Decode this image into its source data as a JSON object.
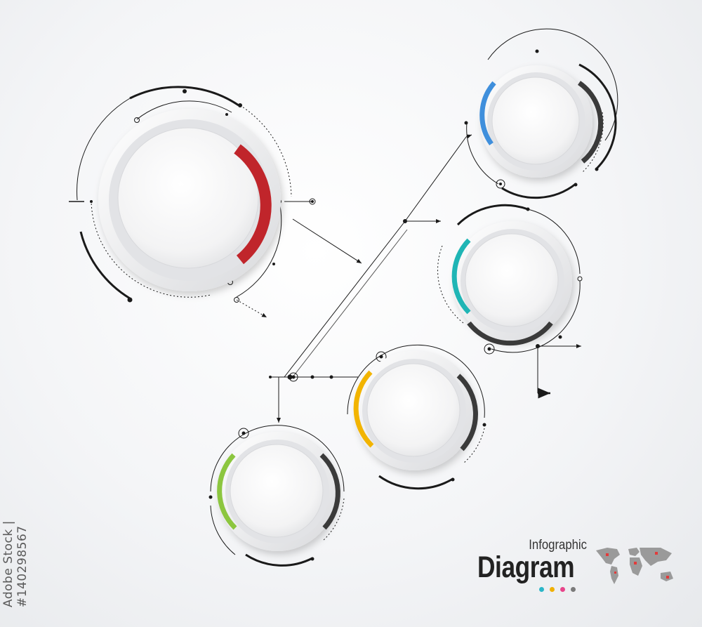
{
  "watermark_text": "Adobe Stock | #140298567",
  "title": {
    "line1": "Infographic",
    "line2": "Diagram"
  },
  "colors": {
    "background": "#f2f3f5",
    "circle_face": "#f6f6f7",
    "line": "#1a1a1a",
    "red": "#c0252b",
    "blue": "#3f8fdc",
    "teal": "#1fb5b5",
    "yellow": "#f2b400",
    "green": "#8cc63f",
    "dark_arc": "#3a3a3a",
    "title_dots": [
      "#2bb6c8",
      "#f0b000",
      "#e8458b",
      "#7a7a7a"
    ],
    "map_land": "#9a9a9a",
    "map_markers": "#e23b3b"
  },
  "nodes": [
    {
      "id": "main",
      "accent": "red",
      "icon": "ring-node"
    },
    {
      "id": "node-1",
      "accent": "blue",
      "icon": "ring-node"
    },
    {
      "id": "node-2",
      "accent": "teal",
      "icon": "ring-node"
    },
    {
      "id": "node-3",
      "accent": "yellow",
      "icon": "ring-node"
    },
    {
      "id": "node-4",
      "accent": "green",
      "icon": "ring-node"
    }
  ],
  "map_icon": "world-map-icon"
}
